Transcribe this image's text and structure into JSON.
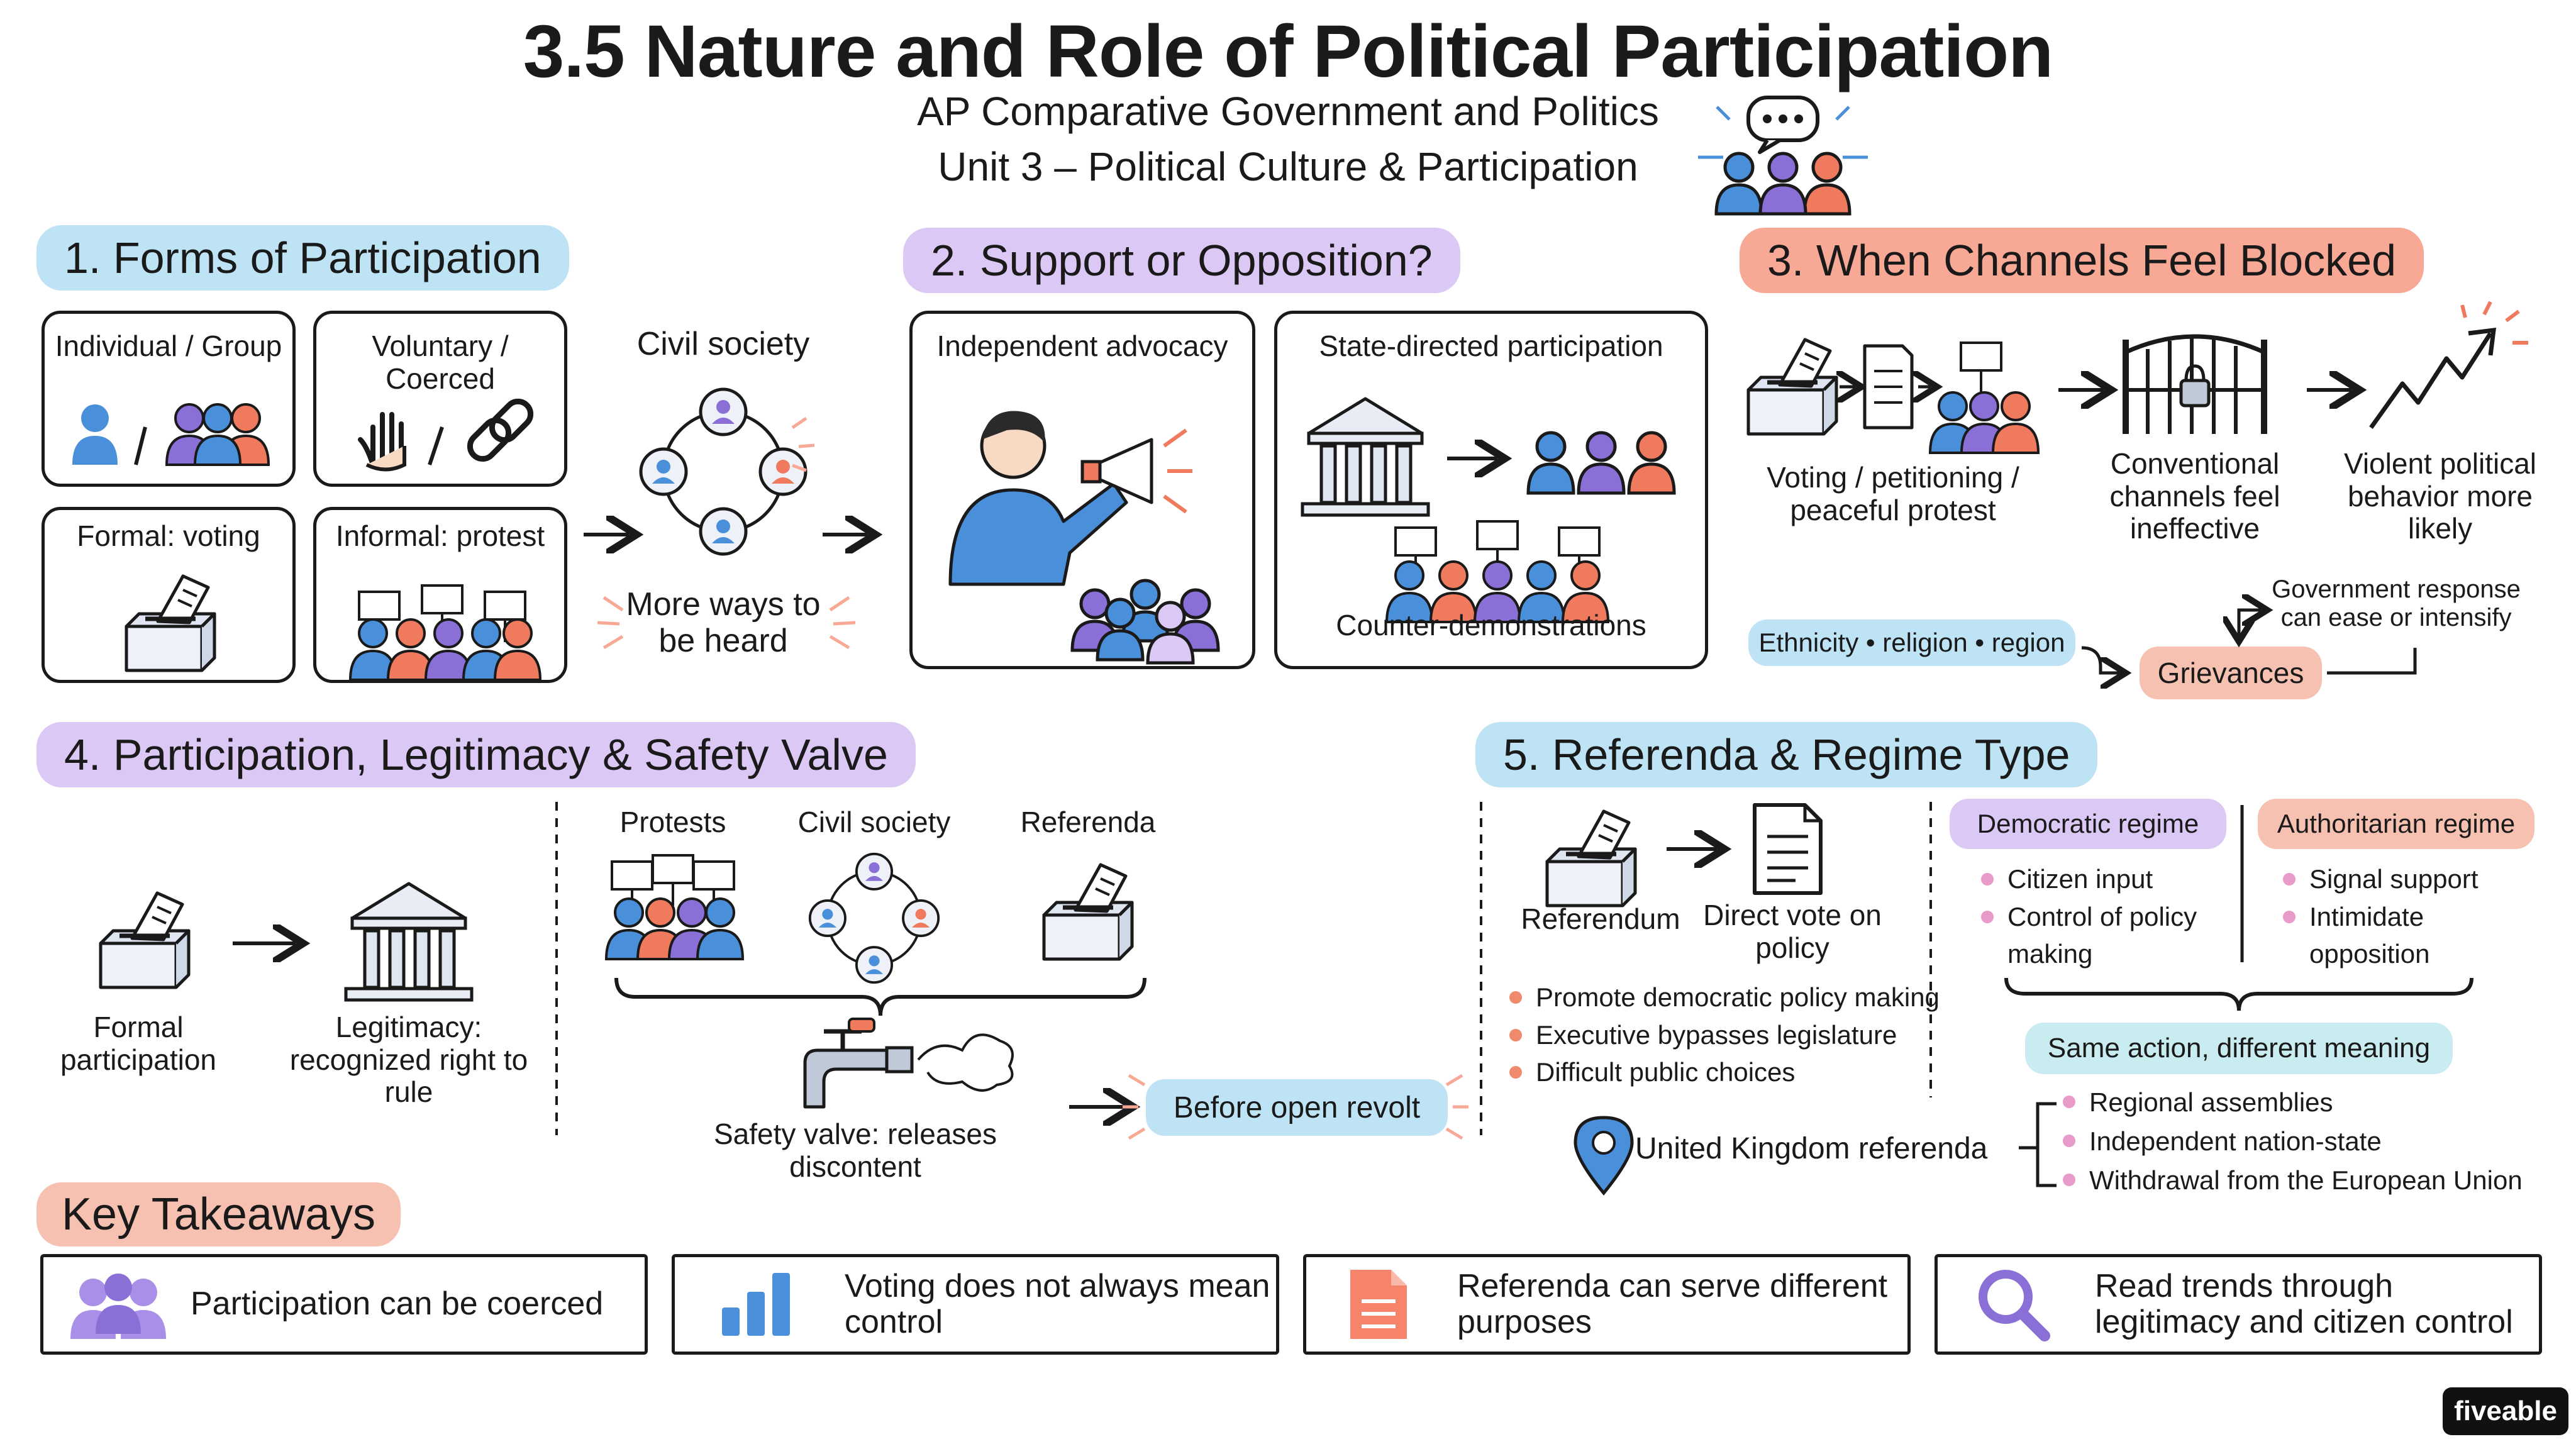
{
  "header": {
    "title": "3.5 Nature and Role of Political Participation",
    "subtitle_1": "AP Comparative Government and Politics",
    "subtitle_2": "Unit 3 – Political Culture & Participation"
  },
  "colors": {
    "blue_pill": "#bde3f5",
    "purple_pill": "#dcc8f5",
    "coral_pill": "#f7a996",
    "blue_person": "#4a8fd9",
    "purple_person": "#8a6fd6",
    "coral_person": "#f07a5e"
  },
  "section1": {
    "heading": "1. Forms of Participation",
    "individual_group": "Individual / Group",
    "voluntary_coerced": "Voluntary / Coerced",
    "formal_voting": "Formal: voting",
    "informal_protest": "Informal: protest",
    "civil_society": "Civil society",
    "more_ways": "More ways to be heard"
  },
  "section2": {
    "heading": "2. Support or Opposition?",
    "independent_advocacy": "Independent advocacy",
    "state_directed": "State-directed participation",
    "counter_demonstrations": "Counter-demonstrations"
  },
  "section3": {
    "heading": "3. When Channels Feel Blocked",
    "voting_petitioning": "Voting / petitioning / peaceful protest",
    "conventional_channels": "Conventional channels feel ineffective",
    "violent_behavior": "Violent political behavior more likely",
    "ethnicity": "Ethnicity • religion • region",
    "grievances": "Grievances",
    "government_response": "Government response can ease or intensify"
  },
  "section4": {
    "heading": "4. Participation, Legitimacy & Safety Valve",
    "formal_participation": "Formal participation",
    "legitimacy": "Legitimacy: recognized right to rule",
    "protests": "Protests",
    "civil_society": "Civil society",
    "referenda": "Referenda",
    "safety_valve": "Safety valve: releases discontent",
    "before_open_revolt": "Before open revolt"
  },
  "section5": {
    "heading": "5. Referenda & Regime Type",
    "referendum": "Referendum",
    "direct_vote": "Direct vote on policy",
    "bullets": [
      "Promote democratic policy making",
      "Executive bypasses legislature",
      "Difficult public choices"
    ],
    "democratic_regime": "Democratic regime",
    "democratic_items": [
      "Citizen input",
      "Control of policy making"
    ],
    "authoritarian_regime": "Authoritarian regime",
    "authoritarian_items": [
      "Signal support",
      "Intimidate opposition"
    ],
    "same_action": "Same action, different meaning",
    "uk_referenda": "United Kingdom referenda",
    "uk_items": [
      "Regional assemblies",
      "Independent nation-state",
      "Withdrawal from the European Union"
    ]
  },
  "takeaways": {
    "heading": "Key Takeaways",
    "items": [
      "Participation can be coerced",
      "Voting does not always mean control",
      "Referenda can serve different purposes",
      "Read trends through legitimacy and citizen control"
    ]
  },
  "brand": "fiveable"
}
